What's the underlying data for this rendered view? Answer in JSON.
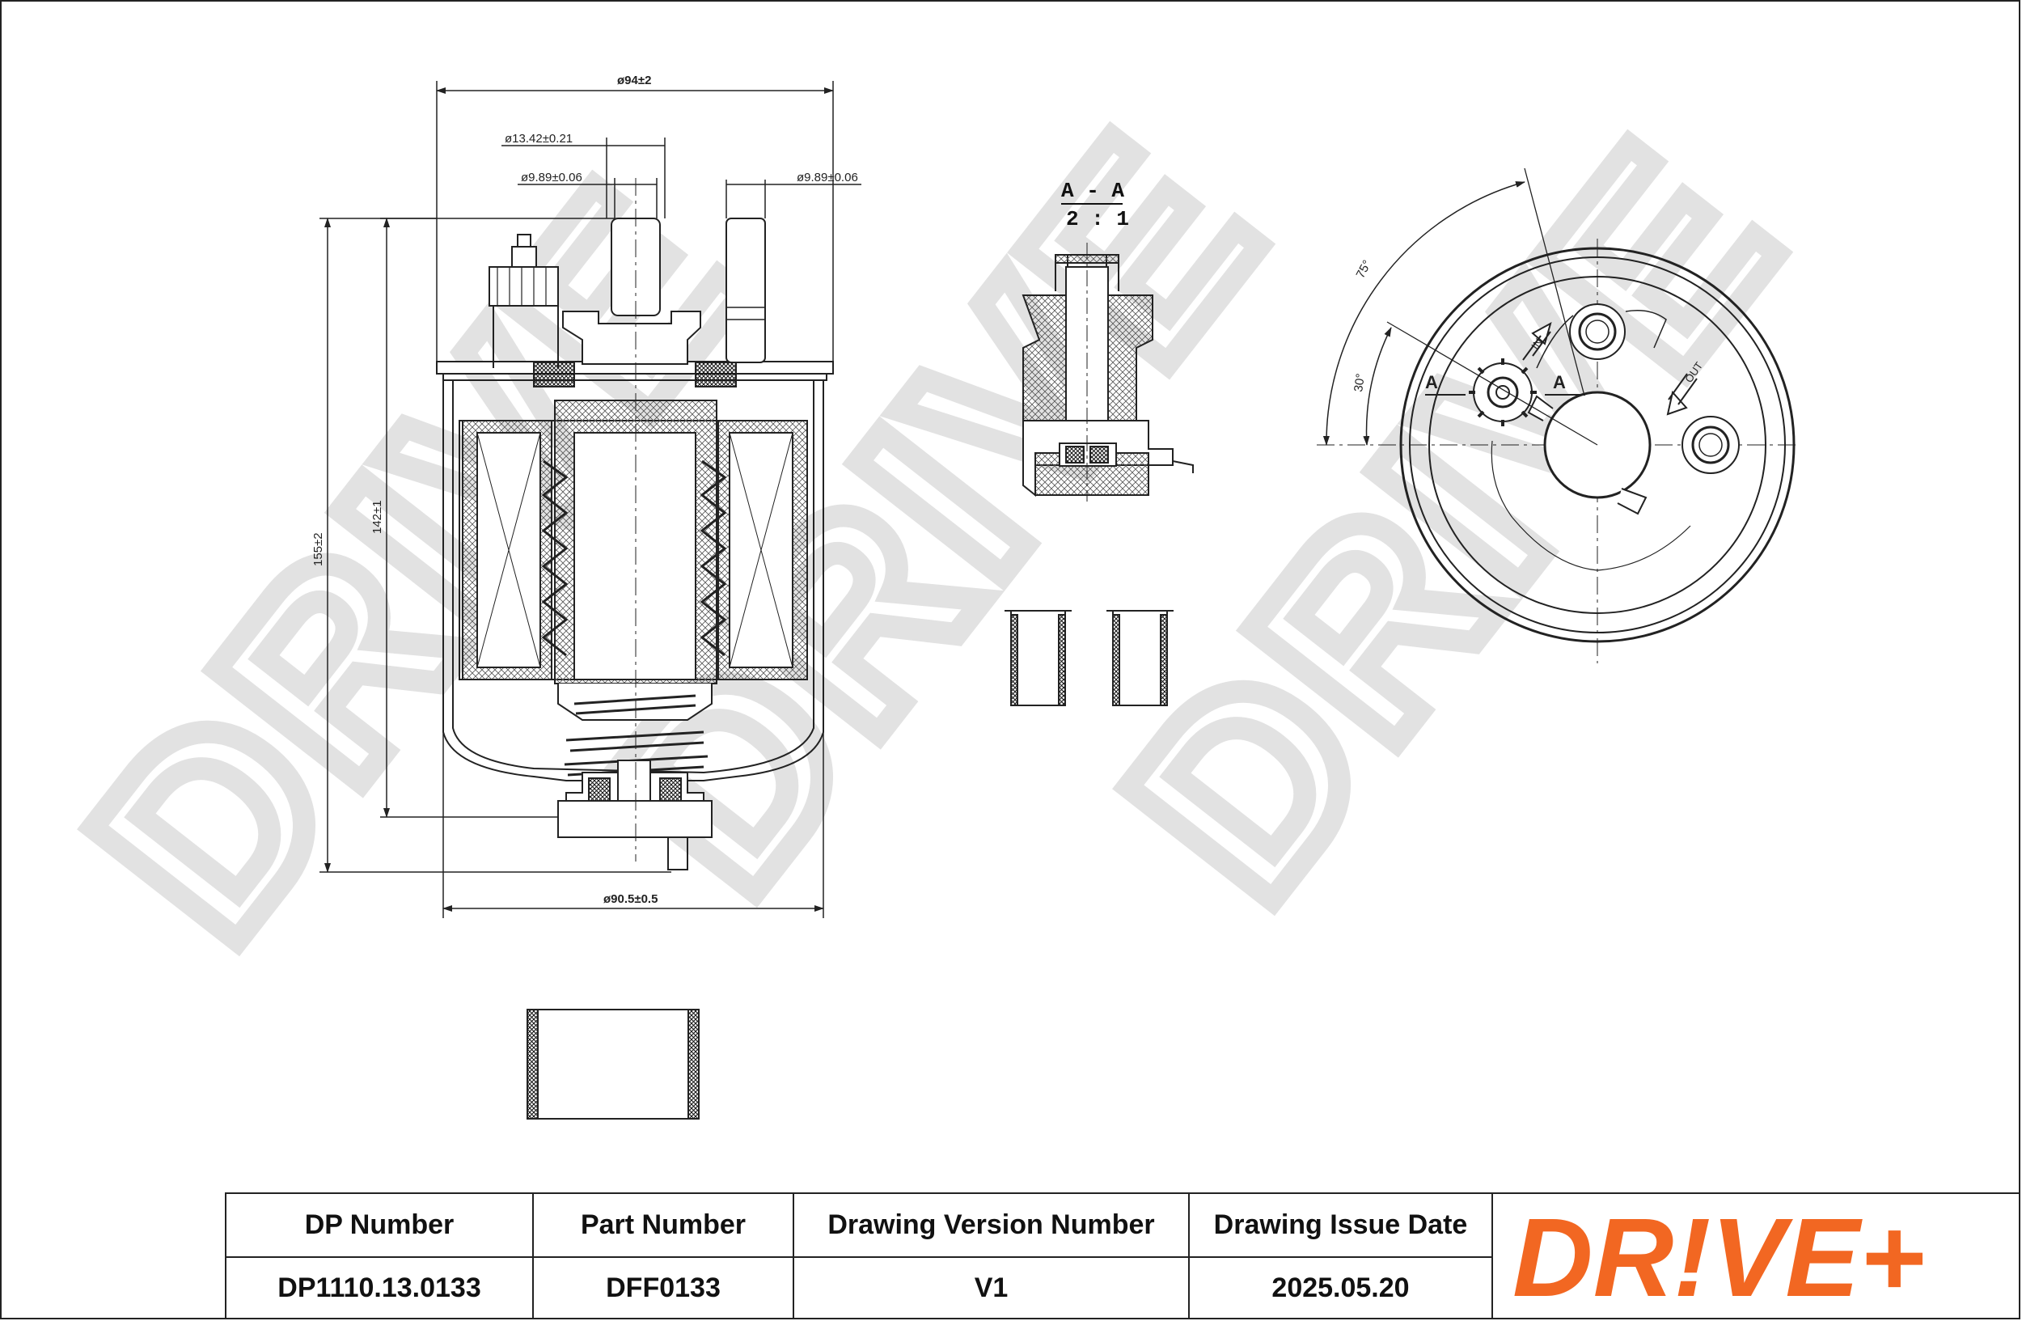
{
  "dimensions": {
    "top_diameter": "ø94±2",
    "center_port_diameter": "ø13.42±0.21",
    "center_port_inner_diameter": "ø9.89±0.06",
    "right_port_diameter": "ø9.89±0.06",
    "overall_height": "155±2",
    "body_height": "142±1",
    "bottom_diameter": "ø90.5±0.5"
  },
  "section": {
    "title": "A - A",
    "scale": "2 : 1",
    "mark_left": "A",
    "mark_right": "A"
  },
  "angles": {
    "outer": "75°",
    "inner": "30°"
  },
  "flow_marks": {
    "in_label": "IN",
    "out_label": "OUT"
  },
  "watermark": "DRIVE",
  "title_block": {
    "headers": [
      "DP Number",
      "Part Number",
      "Drawing Version Number",
      "Drawing Issue Date"
    ],
    "values": [
      "DP1110.13.0133",
      "DFF0133",
      "V1",
      "2025.05.20"
    ]
  },
  "logo": {
    "text": "DR!VE+",
    "color": "#f26722"
  }
}
